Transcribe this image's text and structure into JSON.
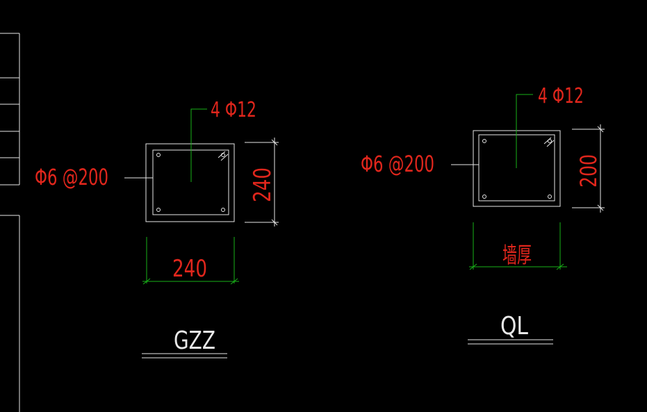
{
  "colors": {
    "background": "#000000",
    "outline": "#e8e8e8",
    "annotation": "#e0261c",
    "leader": "#19b219"
  },
  "gzz": {
    "title": "GZZ",
    "rebar_main": "4 Φ12",
    "stirrup": "Φ6 @200",
    "dim_width": "240",
    "dim_height": "240"
  },
  "ql": {
    "title": "QL",
    "rebar_main": "4 Φ12",
    "stirrup": "Φ6 @200",
    "dim_width": "墙厚",
    "dim_height": "200"
  }
}
